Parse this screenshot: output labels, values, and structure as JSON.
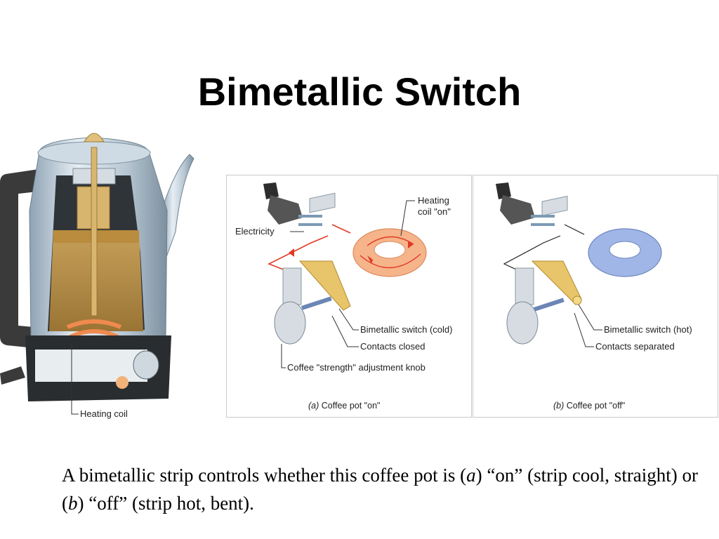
{
  "slide": {
    "title": "Bimetallic Switch"
  },
  "pot": {
    "heating_coil_label": "Heating coil"
  },
  "panel_a": {
    "heating_coil_label_line1": "Heating",
    "heating_coil_label_line2": "coil \"on\"",
    "electricity_label": "Electricity",
    "switch_label": "Bimetallic switch (cold)",
    "contacts_label": "Contacts closed",
    "knob_label": "Coffee \"strength\" adjustment knob",
    "caption_letter": "(a)",
    "caption_text": " Coffee pot \"on\""
  },
  "panel_b": {
    "switch_label": "Bimetallic switch (hot)",
    "contacts_label": "Contacts separated",
    "caption_letter": "(b)",
    "caption_text": " Coffee pot \"off\""
  },
  "caption": {
    "part1": "A bimetallic strip controls whether this coffee pot is (",
    "a": "a",
    "part2": ") “on” (strip cool, straight) or (",
    "b": "b",
    "part3": ") “off” (strip hot, bent)."
  },
  "colors": {
    "coil_hot": "#f6b48a",
    "coil_cold": "#9fb6e6",
    "current_arrow": "#e23a26",
    "strip": "#e8c46a"
  }
}
